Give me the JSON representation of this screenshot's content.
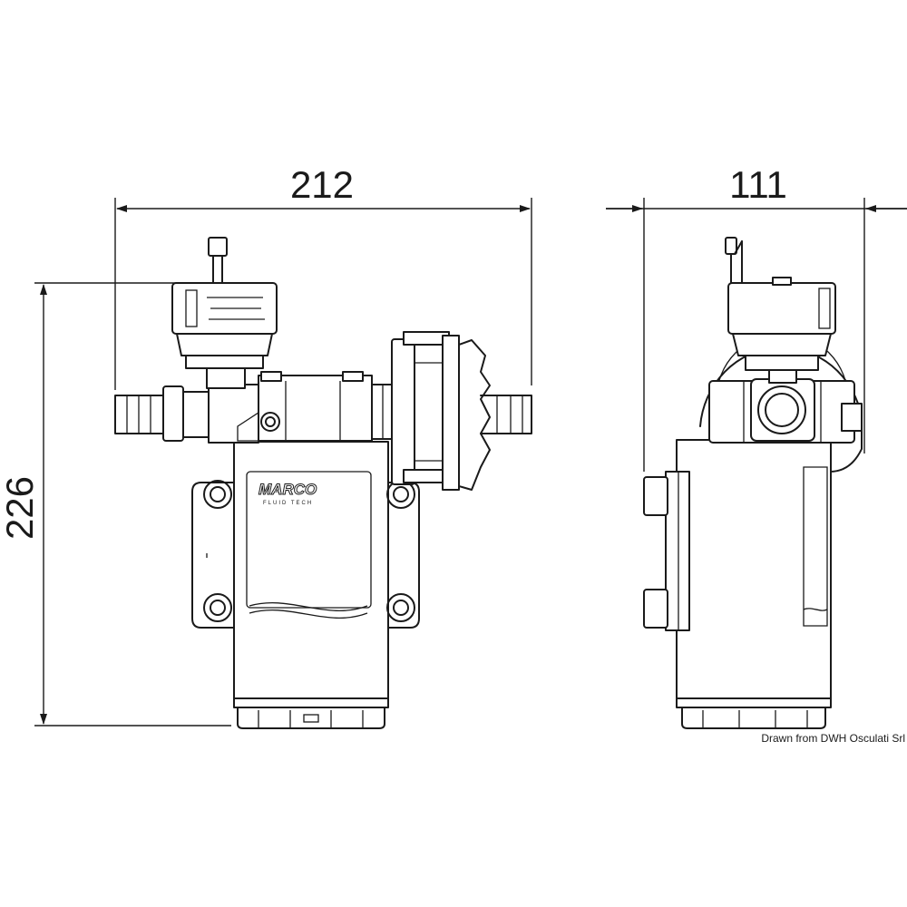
{
  "dimensions": {
    "width": "212",
    "depth": "111",
    "height": "226"
  },
  "brand": {
    "name": "MARCO",
    "subtitle": "FLUID TECH"
  },
  "credit": "Drawn from DWH Osculati Srl"
}
